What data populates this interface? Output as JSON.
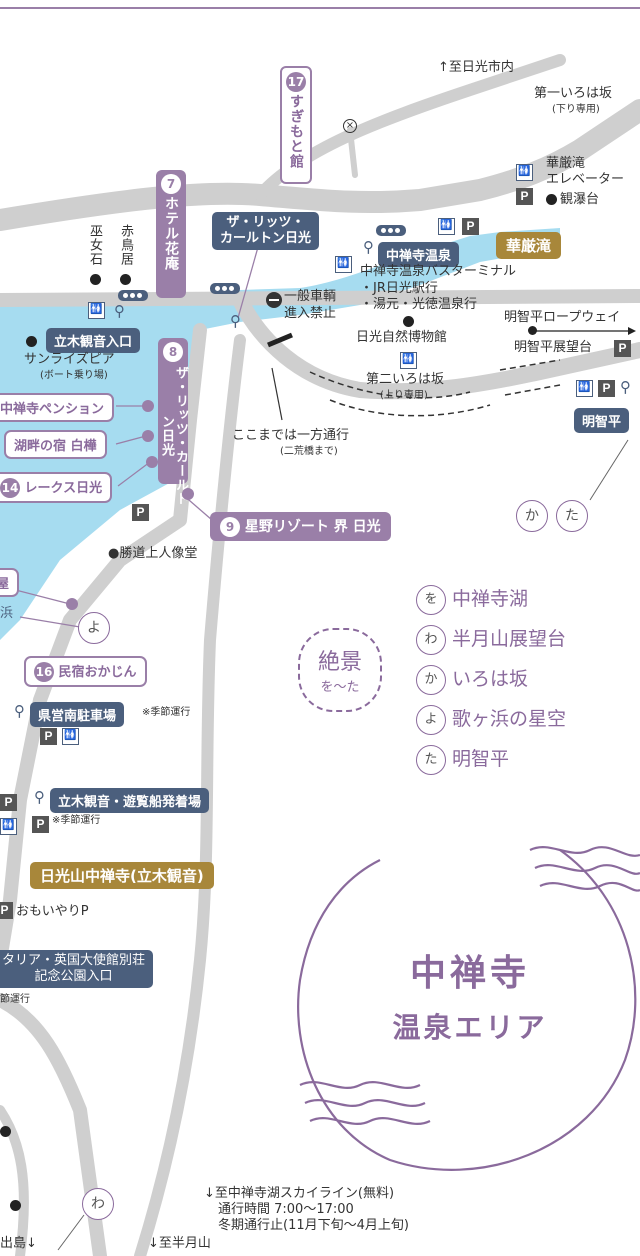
{
  "north": "↑至日光市内",
  "labels": {
    "sugimoto": "すぎもと館",
    "hotel_hanaan": "ホテル花庵",
    "ritz_top": "ザ・リッツ・\nカールトン日光",
    "ritz_vert": "ザ・リッツ・カールトン日光",
    "chuzenji_onsen": "中禅寺温泉",
    "kegon": "華厳滝",
    "kegon_elevator": "華厳滝\nエレベーター",
    "kegon_kanbakudai": "観瀑台",
    "iroha1": "第一いろは坂",
    "iroha1_sub": "(下り専用)",
    "bus_terminal": "中禅寺温泉バスターミナル",
    "jr_station": "・JR日光駅行",
    "yumoto": "・湯元・光徳温泉行",
    "ropeway": "明智平ロープウェイ",
    "akechi_tenbo": "明智平展望台",
    "akechi": "明智平",
    "no_entry": "一般車輌\n進入禁止",
    "museum": "日光自然博物館",
    "iroha2": "第二いろは坂",
    "iroha2_sub": "(上り専用)",
    "oneway": "ここまでは一方通行",
    "oneway_sub": "(二荒橋まで)",
    "fujoseki": "巫女石",
    "akatorii": "赤鳥居",
    "tachiki_iriguchi": "立木観音入口",
    "sunrise": "サンライズピア",
    "sunrise_sub": "(ボート乗り場)",
    "pension": "中禅寺ペンション",
    "shirakaba": "湖畔の宿 白樺",
    "lakes": "レークス日光",
    "hoshino": "星野リゾート 界 日光",
    "shodo": "●勝道上人像堂",
    "ya": "屋",
    "hama": "浜",
    "okajin": "民宿おかじん",
    "kenei": "県営南駐車場",
    "season": "※季節運行",
    "yuransen": "立木観音・遊覧船発着場",
    "chuzenji_temple": "日光山中禅寺(立木観音)",
    "omoiyari": "おもいやりP",
    "embassy": "タリア・英国大使館別荘\n記念公園入口",
    "setsu": "節運行",
    "skyline": "↓至中禅寺湖スカイライン(無料)",
    "skyline_hours": "通行時間 7:00〜17:00",
    "skyline_winter": "冬期通行止(11月下旬〜4月上旬)",
    "hangetsu": "↓至半月山",
    "utagahama": "出島↓"
  },
  "numbers": {
    "n17": "17",
    "n7": "7",
    "n8": "8",
    "n9": "9",
    "n14": "14",
    "n16": "16"
  },
  "markers": {
    "wo": "を",
    "wa": "わ",
    "ka": "か",
    "yo": "よ",
    "ta": "た",
    "parking": "P",
    "toilet": "🚻"
  },
  "badge": {
    "line1": "絶景",
    "line2": "を〜た"
  },
  "legend": [
    {
      "mark": "を",
      "text": "中禅寺湖"
    },
    {
      "mark": "わ",
      "text": "半月山展望台"
    },
    {
      "mark": "か",
      "text": "いろは坂"
    },
    {
      "mark": "よ",
      "text": "歌ヶ浜の星空"
    },
    {
      "mark": "た",
      "text": "明智平"
    }
  ],
  "area": {
    "line1": "中禅寺",
    "line2": "温泉エリア"
  },
  "colors": {
    "lake": "#a6dcf0",
    "road": "#cfcfcf",
    "accent": "#9a7fa8",
    "navy": "#4b5f7d",
    "gold": "#a8873a"
  }
}
